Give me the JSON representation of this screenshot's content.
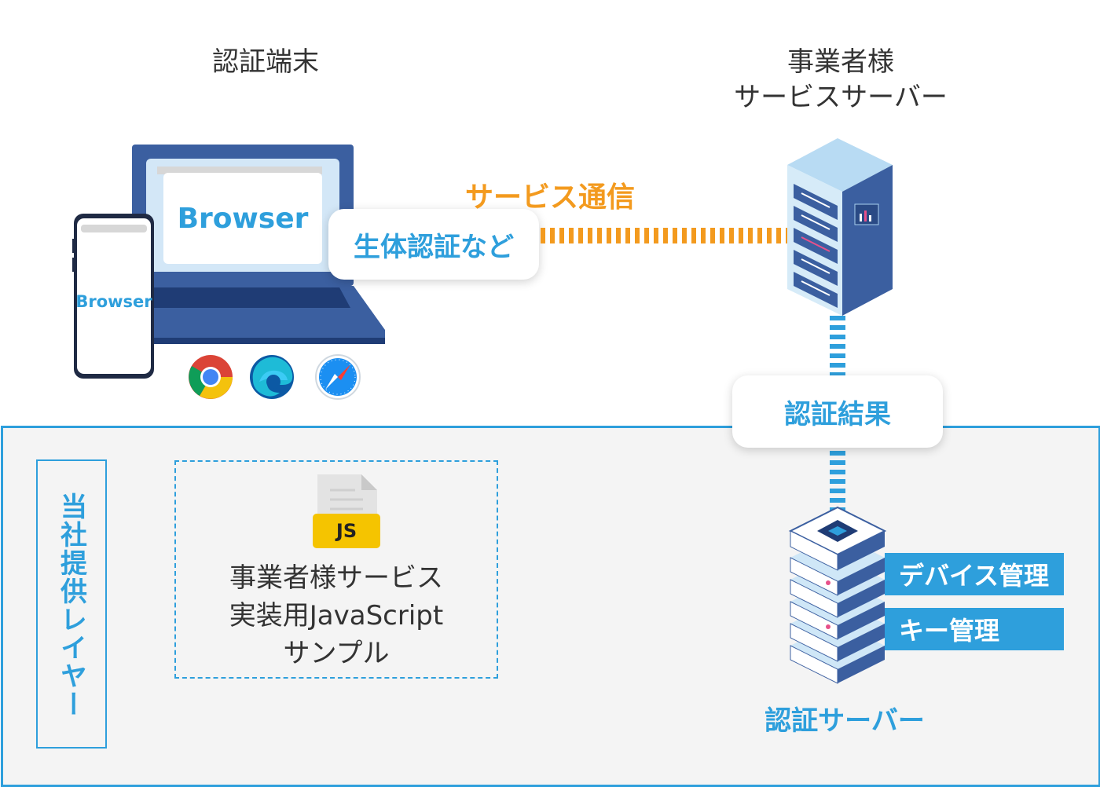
{
  "terminal": {
    "title": "認証端末",
    "browser_label_laptop": "Browser",
    "browser_label_phone": "Browser",
    "bio_label": "生体認証など",
    "browser_icons": [
      "chrome-icon",
      "edge-icon",
      "safari-icon"
    ]
  },
  "service_server": {
    "title_line1": "事業者様",
    "title_line2": "サービスサーバー"
  },
  "connection": {
    "service_comm_label": "サービス通信",
    "auth_result_label": "認証結果"
  },
  "layer": {
    "label": "当社提供レイヤー",
    "js_badge": "JS",
    "js_line1": "事業者様サービス",
    "js_line2": "実装用JavaScript",
    "js_line3": "サンプル"
  },
  "auth_server": {
    "title": "認証サーバー",
    "device_mgmt": "デバイス管理",
    "key_mgmt": "キー管理"
  },
  "colors": {
    "accent_blue": "#2e9fdc",
    "accent_orange": "#f39a1e",
    "device_navy": "#3b5fa0",
    "layer_bg": "#f4f4f4"
  }
}
